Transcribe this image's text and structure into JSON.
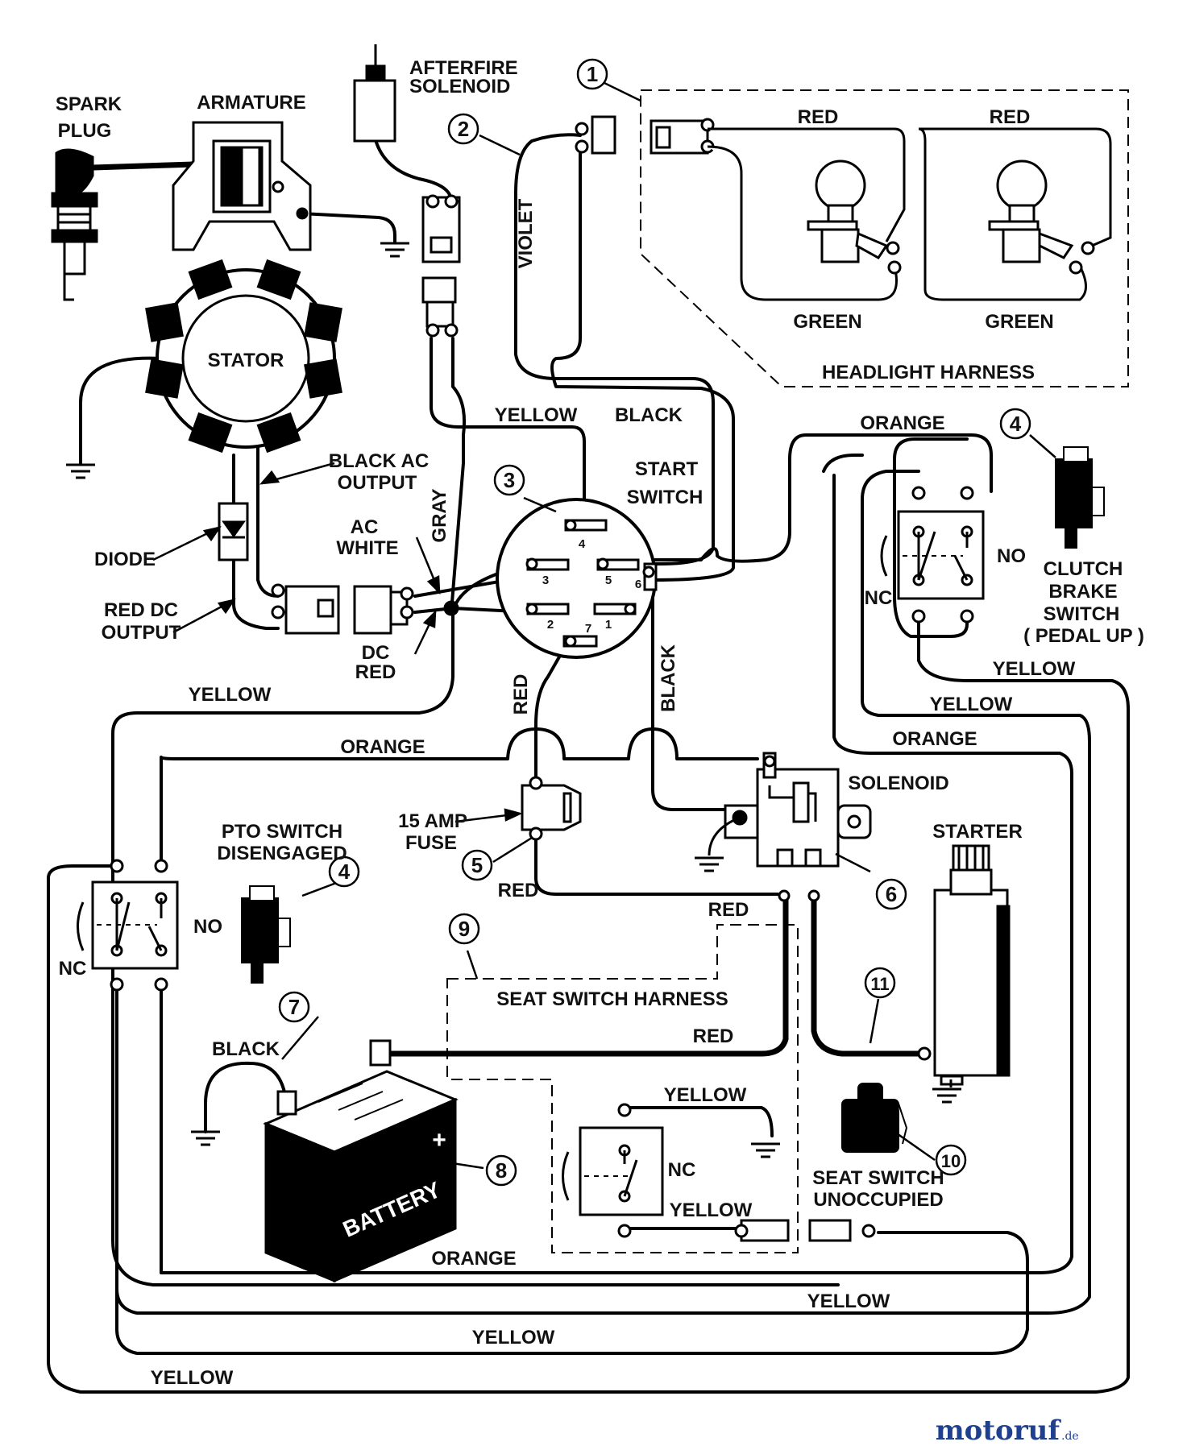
{
  "labels": {
    "spark_plug": [
      "SPARK",
      "PLUG"
    ],
    "armature": "ARMATURE",
    "afterfire_solenoid": [
      "AFTERFIRE",
      "SOLENOID"
    ],
    "stator": "STATOR",
    "black_ac_output": [
      "BLACK AC",
      "OUTPUT"
    ],
    "diode": "DIODE",
    "red_dc_output": [
      "RED DC",
      "OUTPUT"
    ],
    "ac_white": [
      "AC",
      "WHITE"
    ],
    "dc_red": [
      "DC",
      "RED"
    ],
    "gray": "GRAY",
    "violet": "VIOLET",
    "yellow_top": "YELLOW",
    "black_top": "BLACK",
    "start_switch": [
      "START",
      "SWITCH"
    ],
    "red_headlight_1": "RED",
    "red_headlight_2": "RED",
    "green_1": "GREEN",
    "green_2": "GREEN",
    "headlight_harness": "HEADLIGHT HARNESS",
    "orange_top": "ORANGE",
    "no_clutch": "NO",
    "nc_clutch": "NC",
    "clutch_brake_switch": [
      "CLUTCH",
      "BRAKE",
      "SWITCH",
      "( PEDAL UP )"
    ],
    "yellow_clutch_1": "YELLOW",
    "yellow_clutch_2": "YELLOW",
    "orange_right": "ORANGE",
    "yellow_left": "YELLOW",
    "orange_mid": "ORANGE",
    "red_vertical": "RED",
    "black_vertical": "BLACK",
    "solenoid": "SOLENOID",
    "fuse": [
      "15 AMP",
      "FUSE"
    ],
    "red_fuse": "RED",
    "red_solenoid": "RED",
    "starter": "STARTER",
    "pto_switch": [
      "PTO SWITCH",
      "DISENGAGED"
    ],
    "no_pto": "NO",
    "nc_pto": "NC",
    "seat_switch_harness": "SEAT SWITCH HARNESS",
    "red_battery": "RED",
    "black_battery": "BLACK",
    "battery": "BATTERY",
    "plus": "+",
    "yellow_seat_1": "YELLOW",
    "nc_seat": "NC",
    "yellow_seat_2": "YELLOW",
    "seat_switch_unoccupied": [
      "SEAT SWITCH",
      "UNOCCUPIED"
    ],
    "orange_bottom": "ORANGE",
    "yellow_bottom_1": "YELLOW",
    "yellow_bottom_2": "YELLOW",
    "yellow_bottom_3": "YELLOW"
  },
  "callouts": [
    "1",
    "2",
    "3",
    "4",
    "4",
    "5",
    "6",
    "7",
    "8",
    "9",
    "10",
    "11"
  ],
  "start_switch_pins": [
    "4",
    "3",
    "5",
    "6",
    "2",
    "7",
    "1"
  ],
  "watermark": {
    "main": "motoruf",
    "suffix": ".de",
    "color": "#1f3f8f"
  }
}
